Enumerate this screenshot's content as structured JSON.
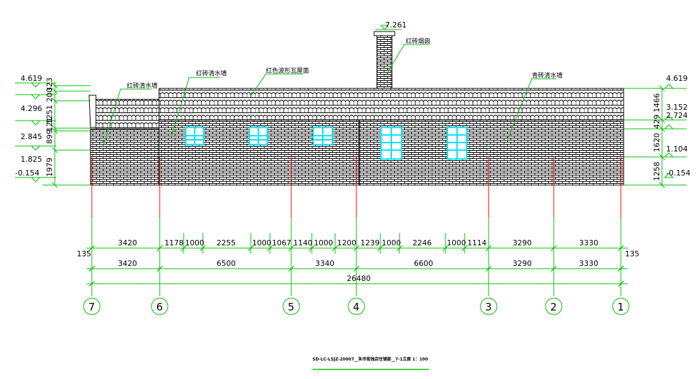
{
  "drawing": {
    "title": "SD-LC-LSJZ-20007__朱市街独店住铺部__7-1立面  1：100",
    "colors": {
      "line": "#00c000",
      "red": "#ff0000",
      "window": "#00e5ff",
      "wall": "#000000"
    },
    "notes": {
      "chimney": "红砖烟囱",
      "roof": "红色波形瓦屋面",
      "wall_left": "红砖清水墙",
      "wall_mid": "红砖清水墙",
      "wall_right": "青砖清水墙"
    },
    "elevations": {
      "chimney_top": "7.261",
      "left_top": "4.619",
      "left_4296": "4.296",
      "left_2845": "2.845",
      "left_1825": "1.825",
      "left_ground": "-0.154",
      "right_top": "4.619",
      "right_3152": "3.152",
      "right_2724": "2.724",
      "right_1104": "1.104",
      "right_ground": "-0.154"
    },
    "left_dims": {
      "d323": "323",
      "d200": "200",
      "d1251": "1251",
      "d121": "121",
      "d899": "899",
      "d1979": "1979"
    },
    "right_dims": {
      "d1466": "1466",
      "d429": "429",
      "d1620": "1620",
      "d1258": "1258"
    },
    "dim_row1": {
      "end_left": "135",
      "end_right": "135",
      "values": [
        "3420",
        "1178",
        "1000",
        "2255",
        "1000",
        "1067",
        "1140",
        "1000",
        "1200",
        "1239",
        "1000",
        "2246",
        "1000",
        "1114",
        "3290",
        "3330"
      ]
    },
    "dim_row2": {
      "values": [
        "3420",
        "6500",
        "3340",
        "6600",
        "3290",
        "3330"
      ]
    },
    "dim_total": "26480",
    "axes": [
      "7",
      "6",
      "5",
      "4",
      "3",
      "2",
      "1"
    ]
  }
}
